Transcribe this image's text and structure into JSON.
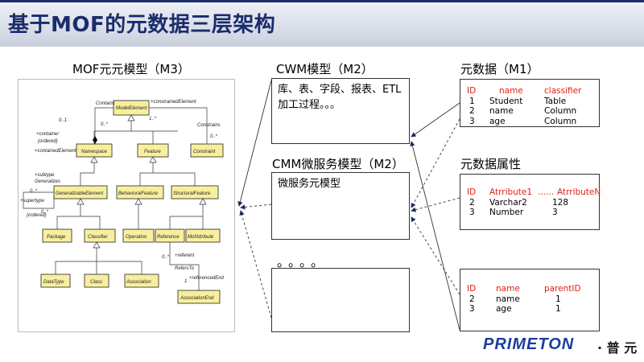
{
  "title": "基于MOF的元数据三层架构",
  "m3": {
    "label": "MOF元元模型（M3）",
    "uml": {
      "model_element": "ModelElement",
      "namespace": "Namespace",
      "feature": "Feature",
      "constraint": "Constraint",
      "generalizable_element": "GeneralizableElement",
      "behavioral_feature": "BehavioralFeature",
      "structural_feature": "StructuralFeature",
      "package": "Package",
      "classifier": "Classifier",
      "operation": "Operation",
      "reference": "Reference",
      "mof_attribute": "MofAttribute",
      "data_type": "DataType",
      "class": "Class",
      "association": "Association",
      "association_end": "AssociationEnd",
      "lbl_contains": "Contains",
      "lbl_constrained_element": "+constrainedElement",
      "lbl_constrains": "Constrains",
      "lbl_container": "+container",
      "lbl_contained_element": "+containedElement",
      "lbl_ordered1": "{ordered}",
      "lbl_subtype": "+subtype",
      "lbl_generalizes": "Generalizes",
      "lbl_supertype": "+supertype",
      "lbl_ordered2": "{ordered}",
      "lbl_referent": "+referent",
      "lbl_refers_to": "RefersTo",
      "lbl_referenced_end": "+referencedEnd",
      "mult_01": "0..1",
      "mult_0star_a": "0..*",
      "mult_1star": "1..*",
      "mult_0star_b": "0..*",
      "mult_0star_c": "0..*",
      "mult_0star_d": "0..*",
      "mult_0star_e": "0..*",
      "mult_1": "1"
    }
  },
  "cwm": {
    "label": "CWM模型（M2）",
    "content_line1": "库、表、字段、报表、ETL",
    "content_line2": "加工过程。。。"
  },
  "cmm": {
    "label": "CMM微服务模型（M2）",
    "content": "微服务元模型"
  },
  "ellipsis": "。。。。",
  "m1": {
    "label": "元数据（M1）",
    "headers": [
      "ID",
      "name",
      "classifier"
    ],
    "rows": [
      [
        "1",
        "Student",
        "Table"
      ],
      [
        "2",
        "name",
        "Column"
      ],
      [
        "3",
        "age",
        "Column"
      ]
    ]
  },
  "attrs": {
    "label": "元数据属性",
    "headers": [
      "ID",
      "Atrribute1",
      "......",
      "AtrributeN"
    ],
    "rows": [
      [
        "2",
        "Varchar2",
        "128"
      ],
      [
        "3",
        "Number",
        "3"
      ]
    ]
  },
  "parents": {
    "headers": [
      "ID",
      "name",
      "parentID"
    ],
    "rows": [
      [
        "2",
        "name",
        "1"
      ],
      [
        "3",
        "age",
        "1"
      ]
    ]
  },
  "logo": {
    "word": "PRIMETON",
    "cn": "· 普 元"
  },
  "colors": {
    "title": "#1a2c6c",
    "header_red": "#e0201a",
    "logo_blue": "#1a3da0",
    "uml_fill": "#f8ef9e"
  }
}
